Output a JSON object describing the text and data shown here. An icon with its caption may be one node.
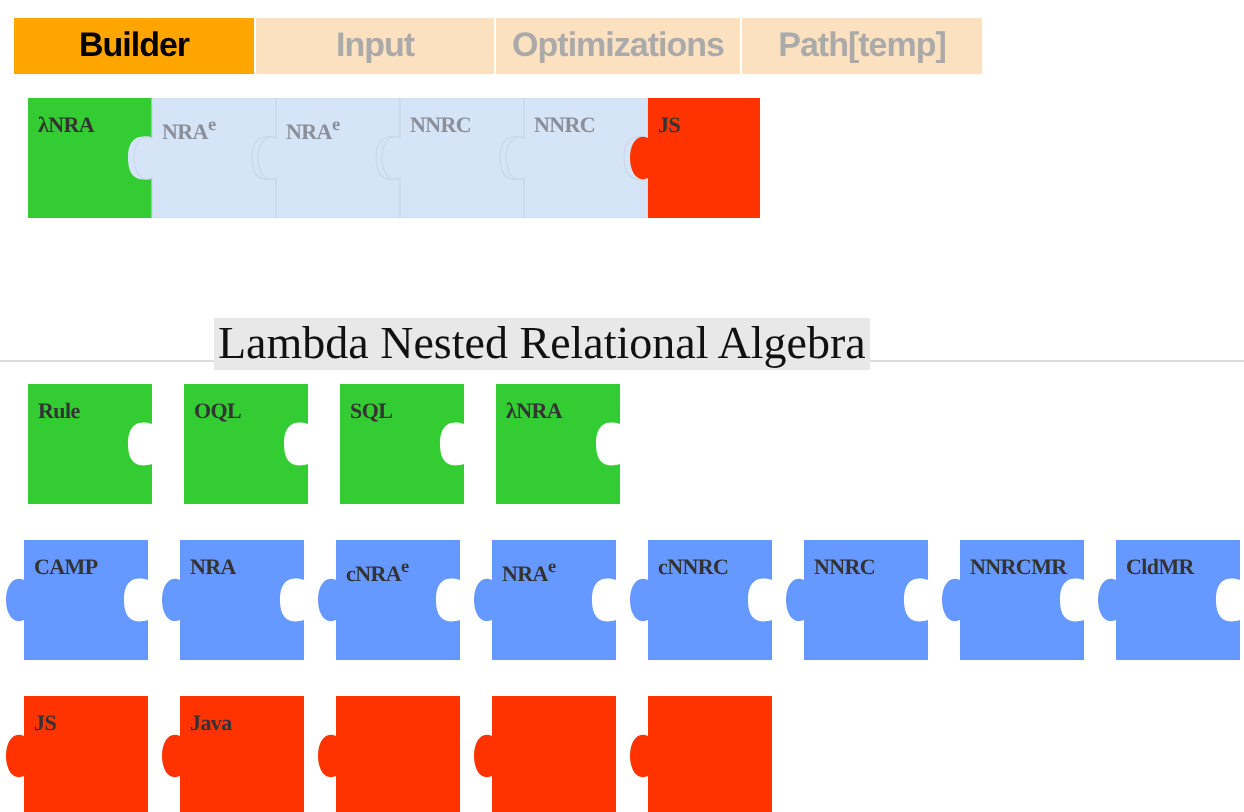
{
  "diagram": {
    "title": "Lambda Nested Relational Algebra",
    "nodes": [
      {
        "text": [
          "Builder"
        ]
      },
      {
        "text": [
          "Input"
        ]
      },
      {
        "text": [
          "Optimizations"
        ]
      },
      {
        "text": [
          "Path[temp]"
        ]
      },
      {
        "text": [
          "λNRA"
        ]
      },
      {
        "text": [
          "NRA$^{e}$"
        ]
      },
      {
        "text": [
          "NRA$^{e}$"
        ]
      },
      {
        "text": [
          "NNRC"
        ]
      },
      {
        "text": [
          "NNRC"
        ]
      },
      {
        "text": [
          "JS"
        ]
      },
      {
        "text": [
          "Rule"
        ]
      },
      {
        "text": [
          "OQL"
        ]
      },
      {
        "text": [
          "SQL"
        ]
      },
      {
        "text": [
          "λNRA"
        ]
      },
      {
        "text": [
          "CAMP"
        ]
      },
      {
        "text": [
          "NRA"
        ]
      },
      {
        "text": [
          "cNRA$^{e}$"
        ]
      },
      {
        "text": [
          "NRA$^{e}$"
        ]
      },
      {
        "text": [
          "cNNRC"
        ]
      },
      {
        "text": [
          "NNRC"
        ]
      },
      {
        "text": [
          "NNRCMR"
        ]
      },
      {
        "text": [
          "CldMR"
        ]
      },
      {
        "text": [
          "JS"
        ]
      },
      {
        "text": [
          "Java"
        ]
      },
      {
        "text": [],
        "shape": "box"
      },
      {
        "text": [],
        "shape": "box"
      },
      {
        "text": [],
        "shape": "box"
      }
    ],
    "edges": []
  }
}
